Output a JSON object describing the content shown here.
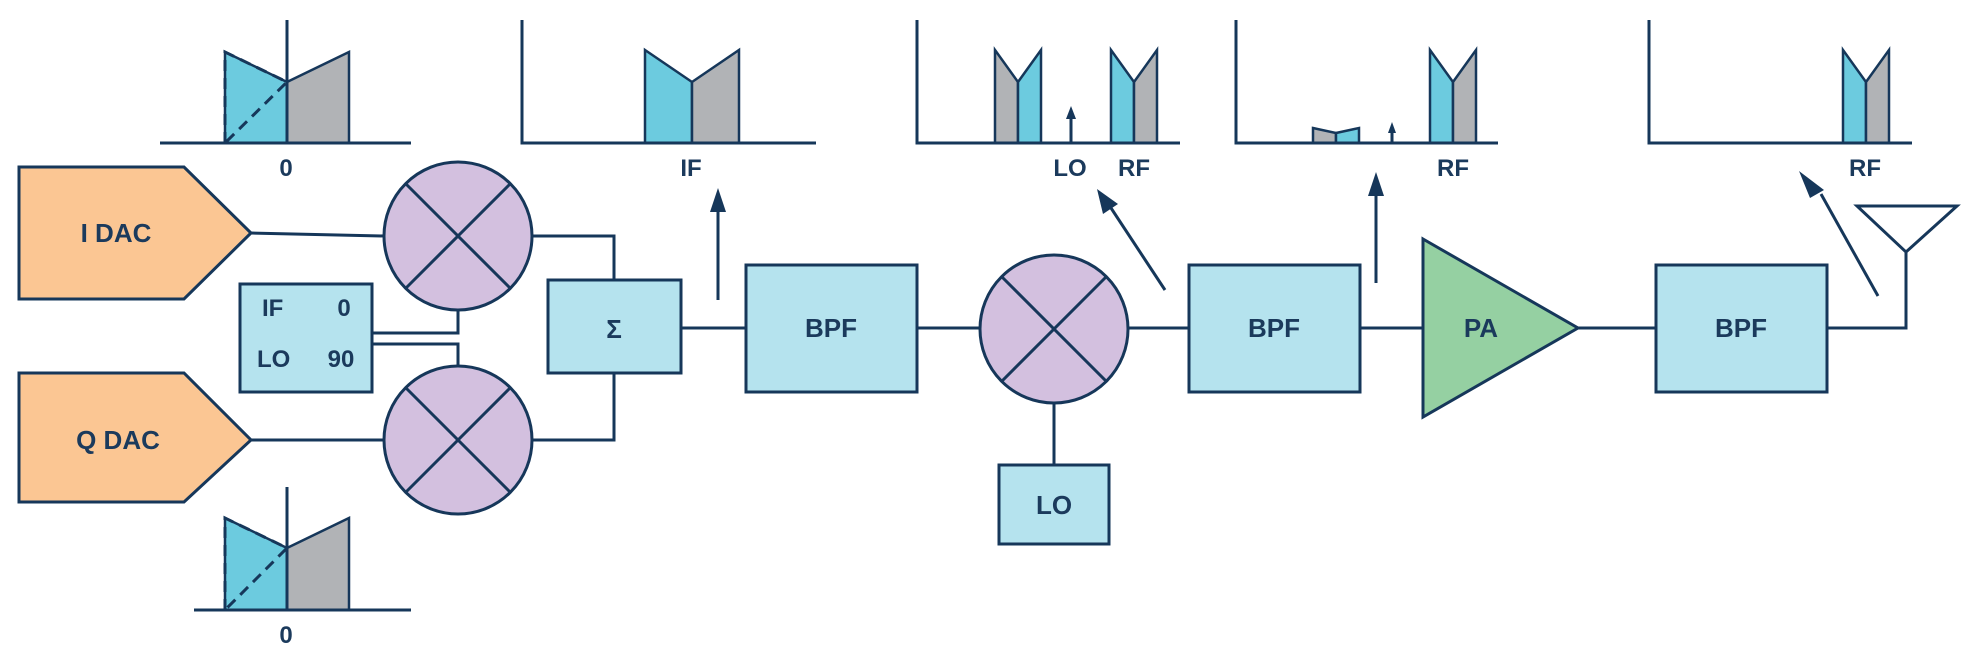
{
  "blocks": {
    "i_dac": "I DAC",
    "q_dac": "Q DAC",
    "phase_table": {
      "row1_name": "IF",
      "row1_value": "0",
      "row2_name": "LO",
      "row2_value": "90"
    },
    "summer": "Σ",
    "bpf1": "BPF",
    "bpf2": "BPF",
    "bpf3": "BPF",
    "lo": "LO",
    "pa": "PA"
  },
  "spectra": {
    "i_baseband": {
      "axis_label": "0"
    },
    "q_baseband": {
      "axis_label": "0"
    },
    "if_spectrum": {
      "axis_label": "IF"
    },
    "mixer_output": {
      "lo_label": "LO",
      "rf_label": "RF"
    },
    "filtered": {
      "rf_label": "RF"
    },
    "output": {
      "rf_label": "RF"
    }
  },
  "colors": {
    "line": "#16375a",
    "text": "#1b3a5c",
    "dac_fill": "#fbc693",
    "filter_fill": "#b5e3ee",
    "mixer_fill": "#d3c0df",
    "pa_fill": "#95d0a2",
    "signal_cyan": "#6ccbdf",
    "image_gray": "#b1b3b6"
  }
}
